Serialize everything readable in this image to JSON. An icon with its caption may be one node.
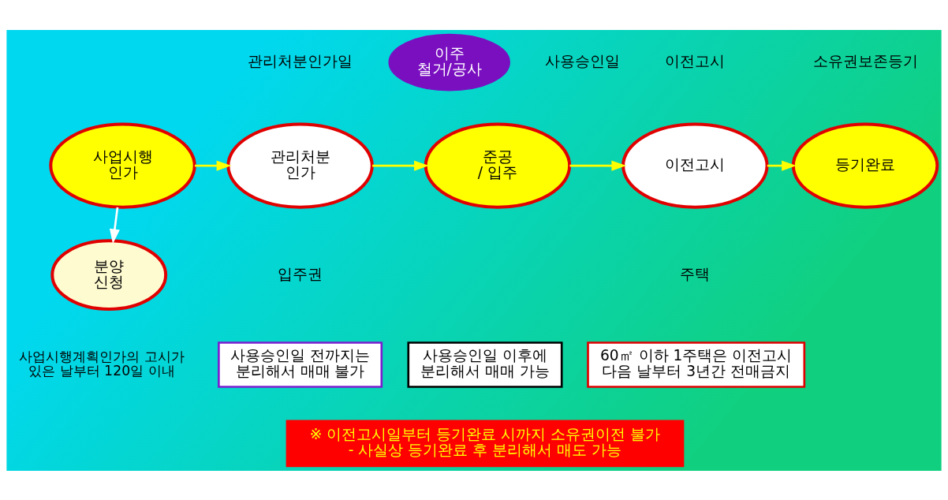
{
  "diagram": {
    "nodes": [
      {
        "text": [
          "사업시행 인가"
        ]
      },
      {
        "text": [
          "관리처분 인가"
        ]
      },
      {
        "text": [
          "준공 / 입주"
        ]
      },
      {
        "text": [
          "이전고시"
        ]
      },
      {
        "text": [
          "등기완료"
        ]
      },
      {
        "text": [
          "분양 신청"
        ],
        "beside": [
          "사업시행계획인가의 고시가 있은 날부터 120일 이내"
        ]
      },
      {
        "text": [
          "이주 철거/공사"
        ]
      },
      {
        "text": [
          "사용승인일 전까지는 분리해서 매매 불가"
        ]
      },
      {
        "text": [
          "사용승인일 이후에 분리해서 매매 가능"
        ]
      },
      {
        "text": [
          "60㎡ 이하 1주택은 이전고시 다음 날부터 3년간 전매금지"
        ]
      },
      {
        "text": [
          "※ 이전고시일부터 등기완료 시까지 소유권이전 불가",
          "- 사실상 등기완료 후 분리해서 매도 가능"
        ]
      }
    ],
    "edges": [
      {
        "from": 0,
        "to": 1,
        "arrow": "to"
      },
      {
        "from": 1,
        "to": 2,
        "arrow": "to"
      },
      {
        "from": 2,
        "to": 3,
        "arrow": "to"
      },
      {
        "from": 3,
        "to": 4,
        "arrow": "to"
      },
      {
        "from": 0,
        "to": 5,
        "arrow": "to",
        "color": "#ffffff"
      }
    ],
    "labels": [
      "관리처분인가일",
      "사용승인일",
      "이전고시",
      "소유권보존등기",
      "입주권",
      "주택"
    ]
  }
}
